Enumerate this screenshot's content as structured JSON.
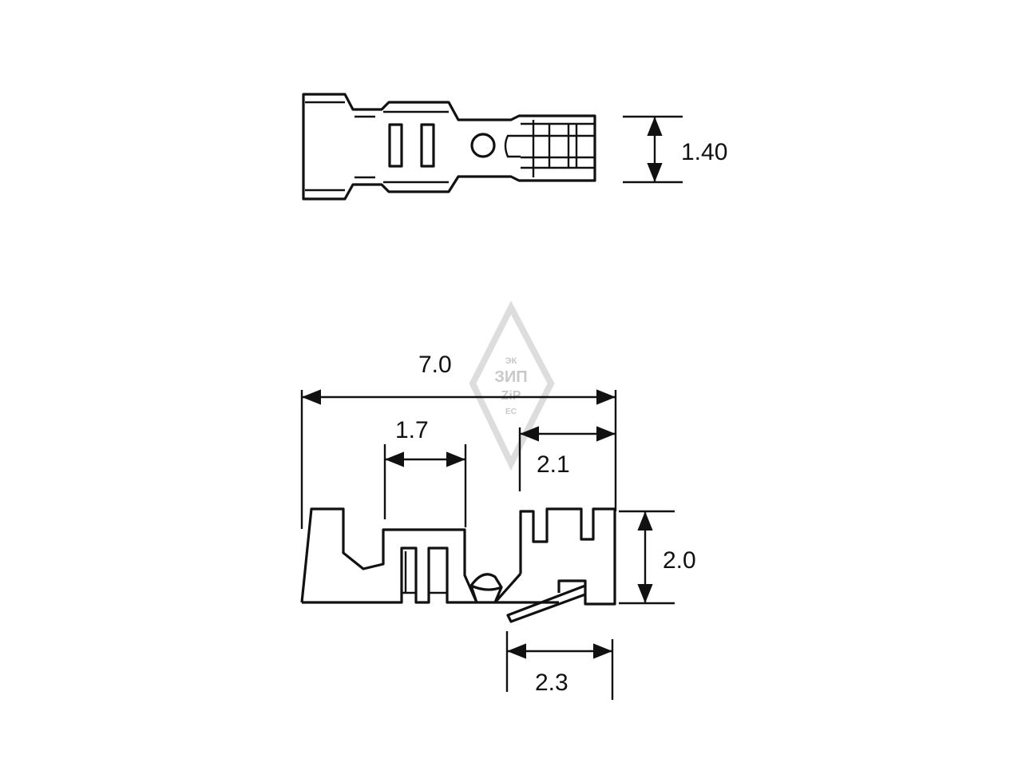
{
  "drawing": {
    "top_view": {
      "height_dim": "1.40"
    },
    "side_view": {
      "overall_length_dim": "7.0",
      "slot_width_dim": "1.7",
      "crimp_length_dim": "2.1",
      "height_dim": "2.0",
      "tab_length_dim": "2.3"
    }
  },
  "watermark": {
    "line1": "ЭК",
    "line2": "ЗИП",
    "line3": "ZiP",
    "line4": "EC"
  }
}
